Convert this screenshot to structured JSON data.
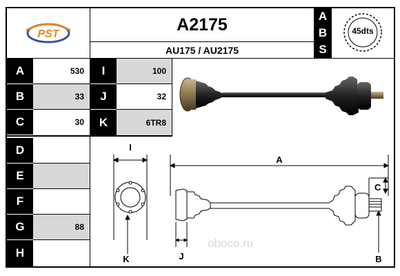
{
  "header": {
    "logo_text": "PST",
    "part_number": "A2175",
    "cross_refs": "AU175 / AU2175",
    "abs_letters": [
      "A",
      "B",
      "S"
    ],
    "teeth_badge": "45dts"
  },
  "dimensions_left": [
    {
      "letter": "A",
      "value": "530"
    },
    {
      "letter": "B",
      "value": "33"
    },
    {
      "letter": "C",
      "value": "30"
    },
    {
      "letter": "D",
      "value": ""
    },
    {
      "letter": "E",
      "value": ""
    },
    {
      "letter": "F",
      "value": ""
    },
    {
      "letter": "G",
      "value": "88"
    },
    {
      "letter": "H",
      "value": ""
    }
  ],
  "dimensions_right": [
    {
      "letter": "I",
      "value": "100"
    },
    {
      "letter": "J",
      "value": "32"
    },
    {
      "letter": "K",
      "value": "6TR8"
    }
  ],
  "diagram": {
    "labels": {
      "A": "A",
      "B": "B",
      "C": "C",
      "I": "I",
      "J": "J",
      "K": "K"
    },
    "watermark": "oboco.ru"
  },
  "colors": {
    "cell_gray": "#d8d8d8",
    "letter_bg": "#000000",
    "logo_orange": "#e38a24",
    "logo_blue": "#3b4fa0"
  }
}
